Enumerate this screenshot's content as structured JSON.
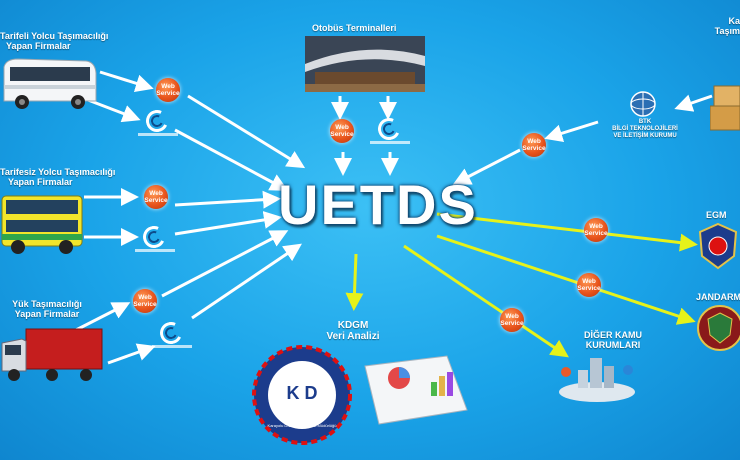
{
  "center_title": "UETDS",
  "sources": [
    {
      "id": "tarifeli",
      "label_line1": "Tarifeli Yolcu Taşımacılığı",
      "label_line2": "Yapan Firmalar"
    },
    {
      "id": "tarifesiz",
      "label_line1": "Tarifesiz Yolcu Taşımacılığı",
      "label_line2": "Yapan Firmalar"
    },
    {
      "id": "yuk",
      "label_line1": "Yük Taşımacılığı",
      "label_line2": "Yapan Firmalar"
    },
    {
      "id": "terminal",
      "label_line1": "Otobüs Terminalleri"
    },
    {
      "id": "kargo",
      "label_line1": "Ka",
      "label_line2": "Taşım"
    }
  ],
  "web_service_label": "Web Service",
  "btk": {
    "short": "BTK",
    "line1": "BİLGİ TEKNOLOJİLERİ",
    "line2": "VE İLETİŞİM KURUMU"
  },
  "targets": {
    "egm": "EGM",
    "jandarma": "JANDARMA",
    "diger_line1": "DİĞER KAMU",
    "diger_line2": "KURUMLARI",
    "kdgm_line1": "KDGM",
    "kdgm_line2": "Veri Analizi"
  },
  "kd_logo": {
    "letters": "K D",
    "ring_text": "Karayolu Düzenleme Genel Müdürlüğü"
  },
  "colors": {
    "background": "#1aa3e8",
    "white_arrow": "#ffffff",
    "yellow_arrow": "#e6f21a",
    "web_service": "#e8531c"
  }
}
